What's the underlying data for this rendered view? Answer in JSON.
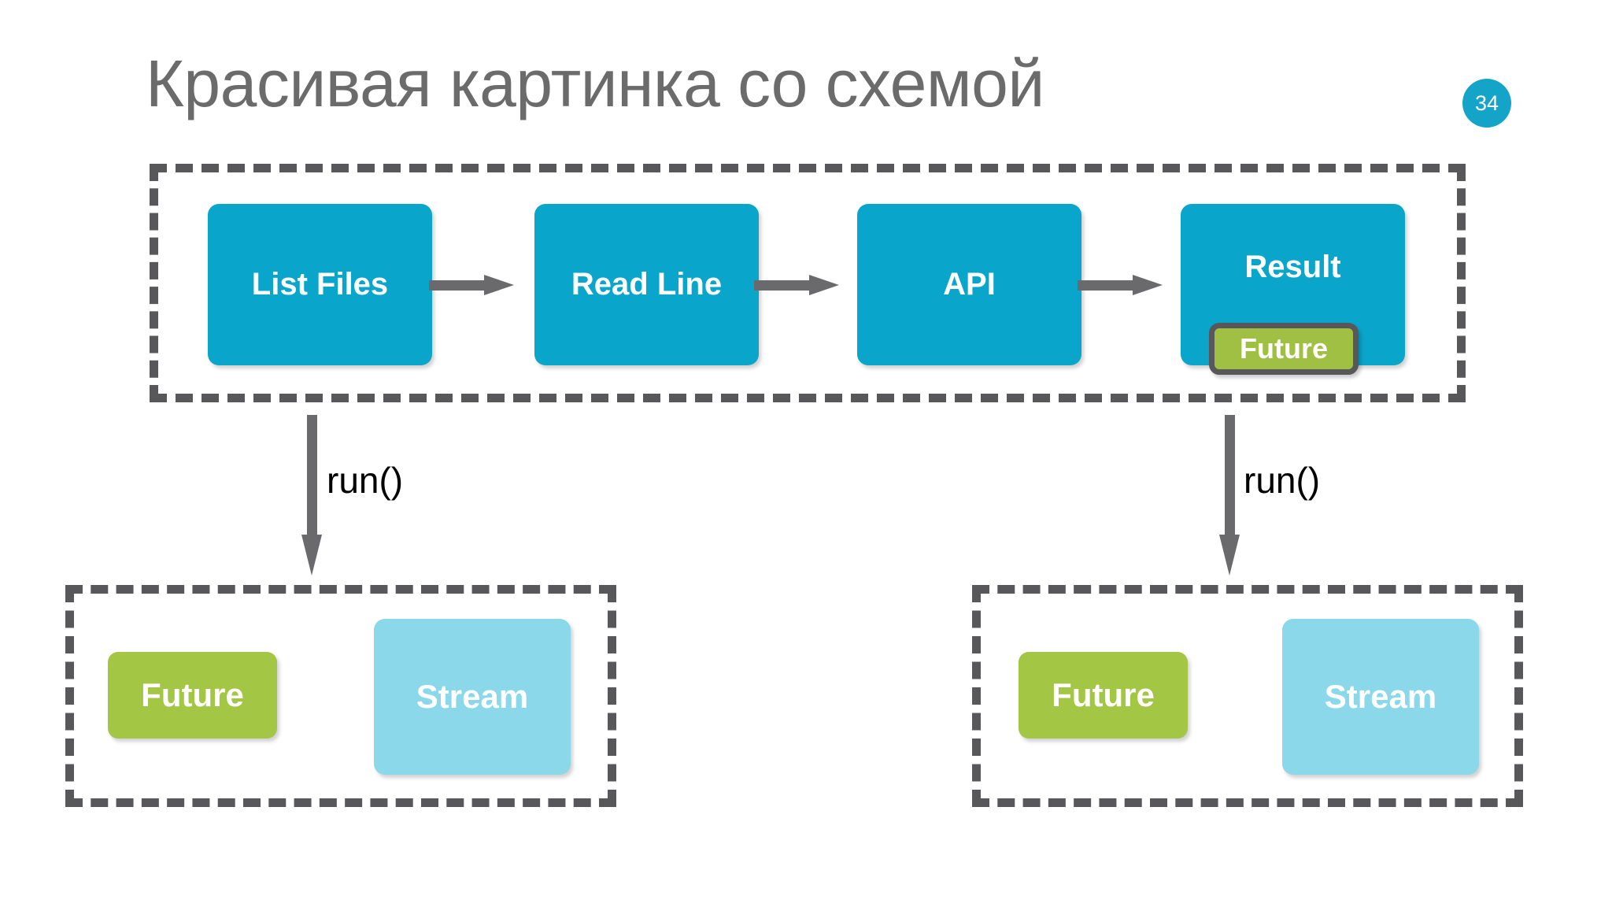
{
  "slide": {
    "title": "Красивая картинка со схемой",
    "page_number": "34",
    "title_color": "#6b6b6b",
    "badge_color": "#14A4C8",
    "background": "#ffffff"
  },
  "colors": {
    "teal": "#09A5CB",
    "green": "#A3C644",
    "light_blue": "#8AD8EA",
    "dashed_gray": "#58585b",
    "arrow_gray": "#6a6a6d"
  },
  "pipeline": {
    "stages": [
      {
        "label": "List Files"
      },
      {
        "label": "Read Line"
      },
      {
        "label": "API"
      },
      {
        "label": "Result"
      }
    ],
    "arrows": [
      {
        "name": "arrow-list-files-to-read-line"
      },
      {
        "name": "arrow-read-line-to-api"
      },
      {
        "name": "arrow-api-to-result"
      }
    ],
    "result_tag": "Future"
  },
  "connectors": {
    "left": {
      "label": "run()"
    },
    "right": {
      "label": "run()"
    }
  },
  "groups": {
    "left": {
      "chips": [
        {
          "label": "Future",
          "kind": "future"
        },
        {
          "label": "Stream",
          "kind": "stream"
        }
      ]
    },
    "right": {
      "chips": [
        {
          "label": "Future",
          "kind": "future"
        },
        {
          "label": "Stream",
          "kind": "stream"
        }
      ]
    }
  }
}
